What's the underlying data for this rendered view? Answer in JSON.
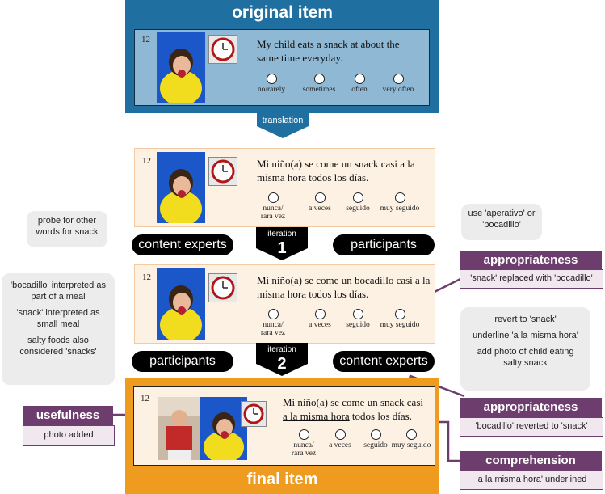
{
  "original": {
    "title": "original item",
    "number": "12",
    "question": "My child eats a snack at about the same time everyday.",
    "options": [
      "no/rarely",
      "sometimes",
      "often",
      "very often"
    ]
  },
  "translation_label": "translation",
  "translated1": {
    "number": "12",
    "question": "Mi niño(a) se come un snack casi a la misma hora todos los días.",
    "options": [
      "nunca/\nrara vez",
      "a veces",
      "seguido",
      "muy seguido"
    ]
  },
  "iteration1": {
    "label": "iteration",
    "number": "1",
    "left_pill": "content experts",
    "right_pill": "participants",
    "left_note": "probe for other words for snack",
    "right_note": "use 'aperativo' or 'bocadillo'"
  },
  "translated2": {
    "number": "12",
    "question": "Mi niño(a) se come un bocadillo casi a la misma hora todos los días.",
    "options": [
      "nunca/\nrara vez",
      "a veces",
      "seguido",
      "muy seguido"
    ]
  },
  "appropriateness1": {
    "title": "appropriateness",
    "detail": "'snack' replaced with 'bocadillo'"
  },
  "iteration2": {
    "label": "iteration",
    "number": "2",
    "left_pill": "participants",
    "right_pill": "content experts",
    "left_notes": [
      "'bocadillo' interpreted as part of a meal",
      "'snack' interpreted as small meal",
      "salty foods also considered 'snacks'"
    ],
    "right_notes": [
      "revert to 'snack'",
      "underline 'a la misma hora'",
      "add photo of child eating salty snack"
    ]
  },
  "final": {
    "title": "final item",
    "number": "12",
    "question_part1": "Mi niño(a) se come un snack casi",
    "question_underlined": "a la misma hora",
    "question_part2": " todos los días.",
    "options": [
      "nunca/\nrara vez",
      "a veces",
      "seguido",
      "muy seguido"
    ]
  },
  "usefulness": {
    "title": "usefulness",
    "detail": "photo added"
  },
  "appropriateness2": {
    "title": "appropriateness",
    "detail": "'bocadillo' reverted to 'snack'"
  },
  "comprehension": {
    "title": "comprehension",
    "detail": "'a la misma hora' underlined"
  },
  "colors": {
    "original_blue": "#1f6fa0",
    "final_orange": "#ef9b1f",
    "purple": "#6d3d6e"
  }
}
